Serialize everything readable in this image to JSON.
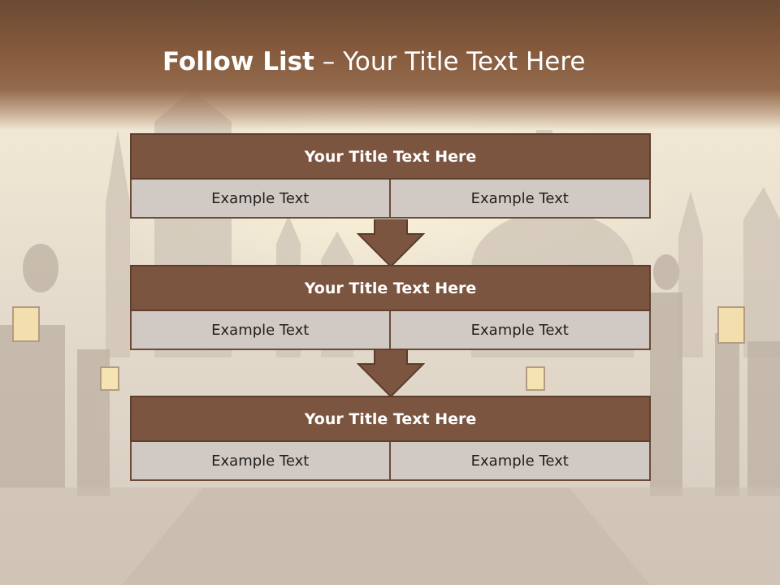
{
  "slide": {
    "title_bold": "Follow List",
    "title_rest": "– Your Title Text Here"
  },
  "blocks": [
    {
      "title": "Your Title Text Here",
      "left": "Example Text",
      "right": "Example Text"
    },
    {
      "title": "Your Title Text Here",
      "left": "Example Text",
      "right": "Example Text"
    },
    {
      "title": "Your Title Text Here",
      "left": "Example Text",
      "right": "Example Text"
    }
  ],
  "colors": {
    "header_bar": "#7b5540",
    "header_border": "#5e3f2d",
    "cell_fill": "#d1c9c3",
    "arrow_fill": "#7b5540",
    "banner": "#84593c"
  }
}
